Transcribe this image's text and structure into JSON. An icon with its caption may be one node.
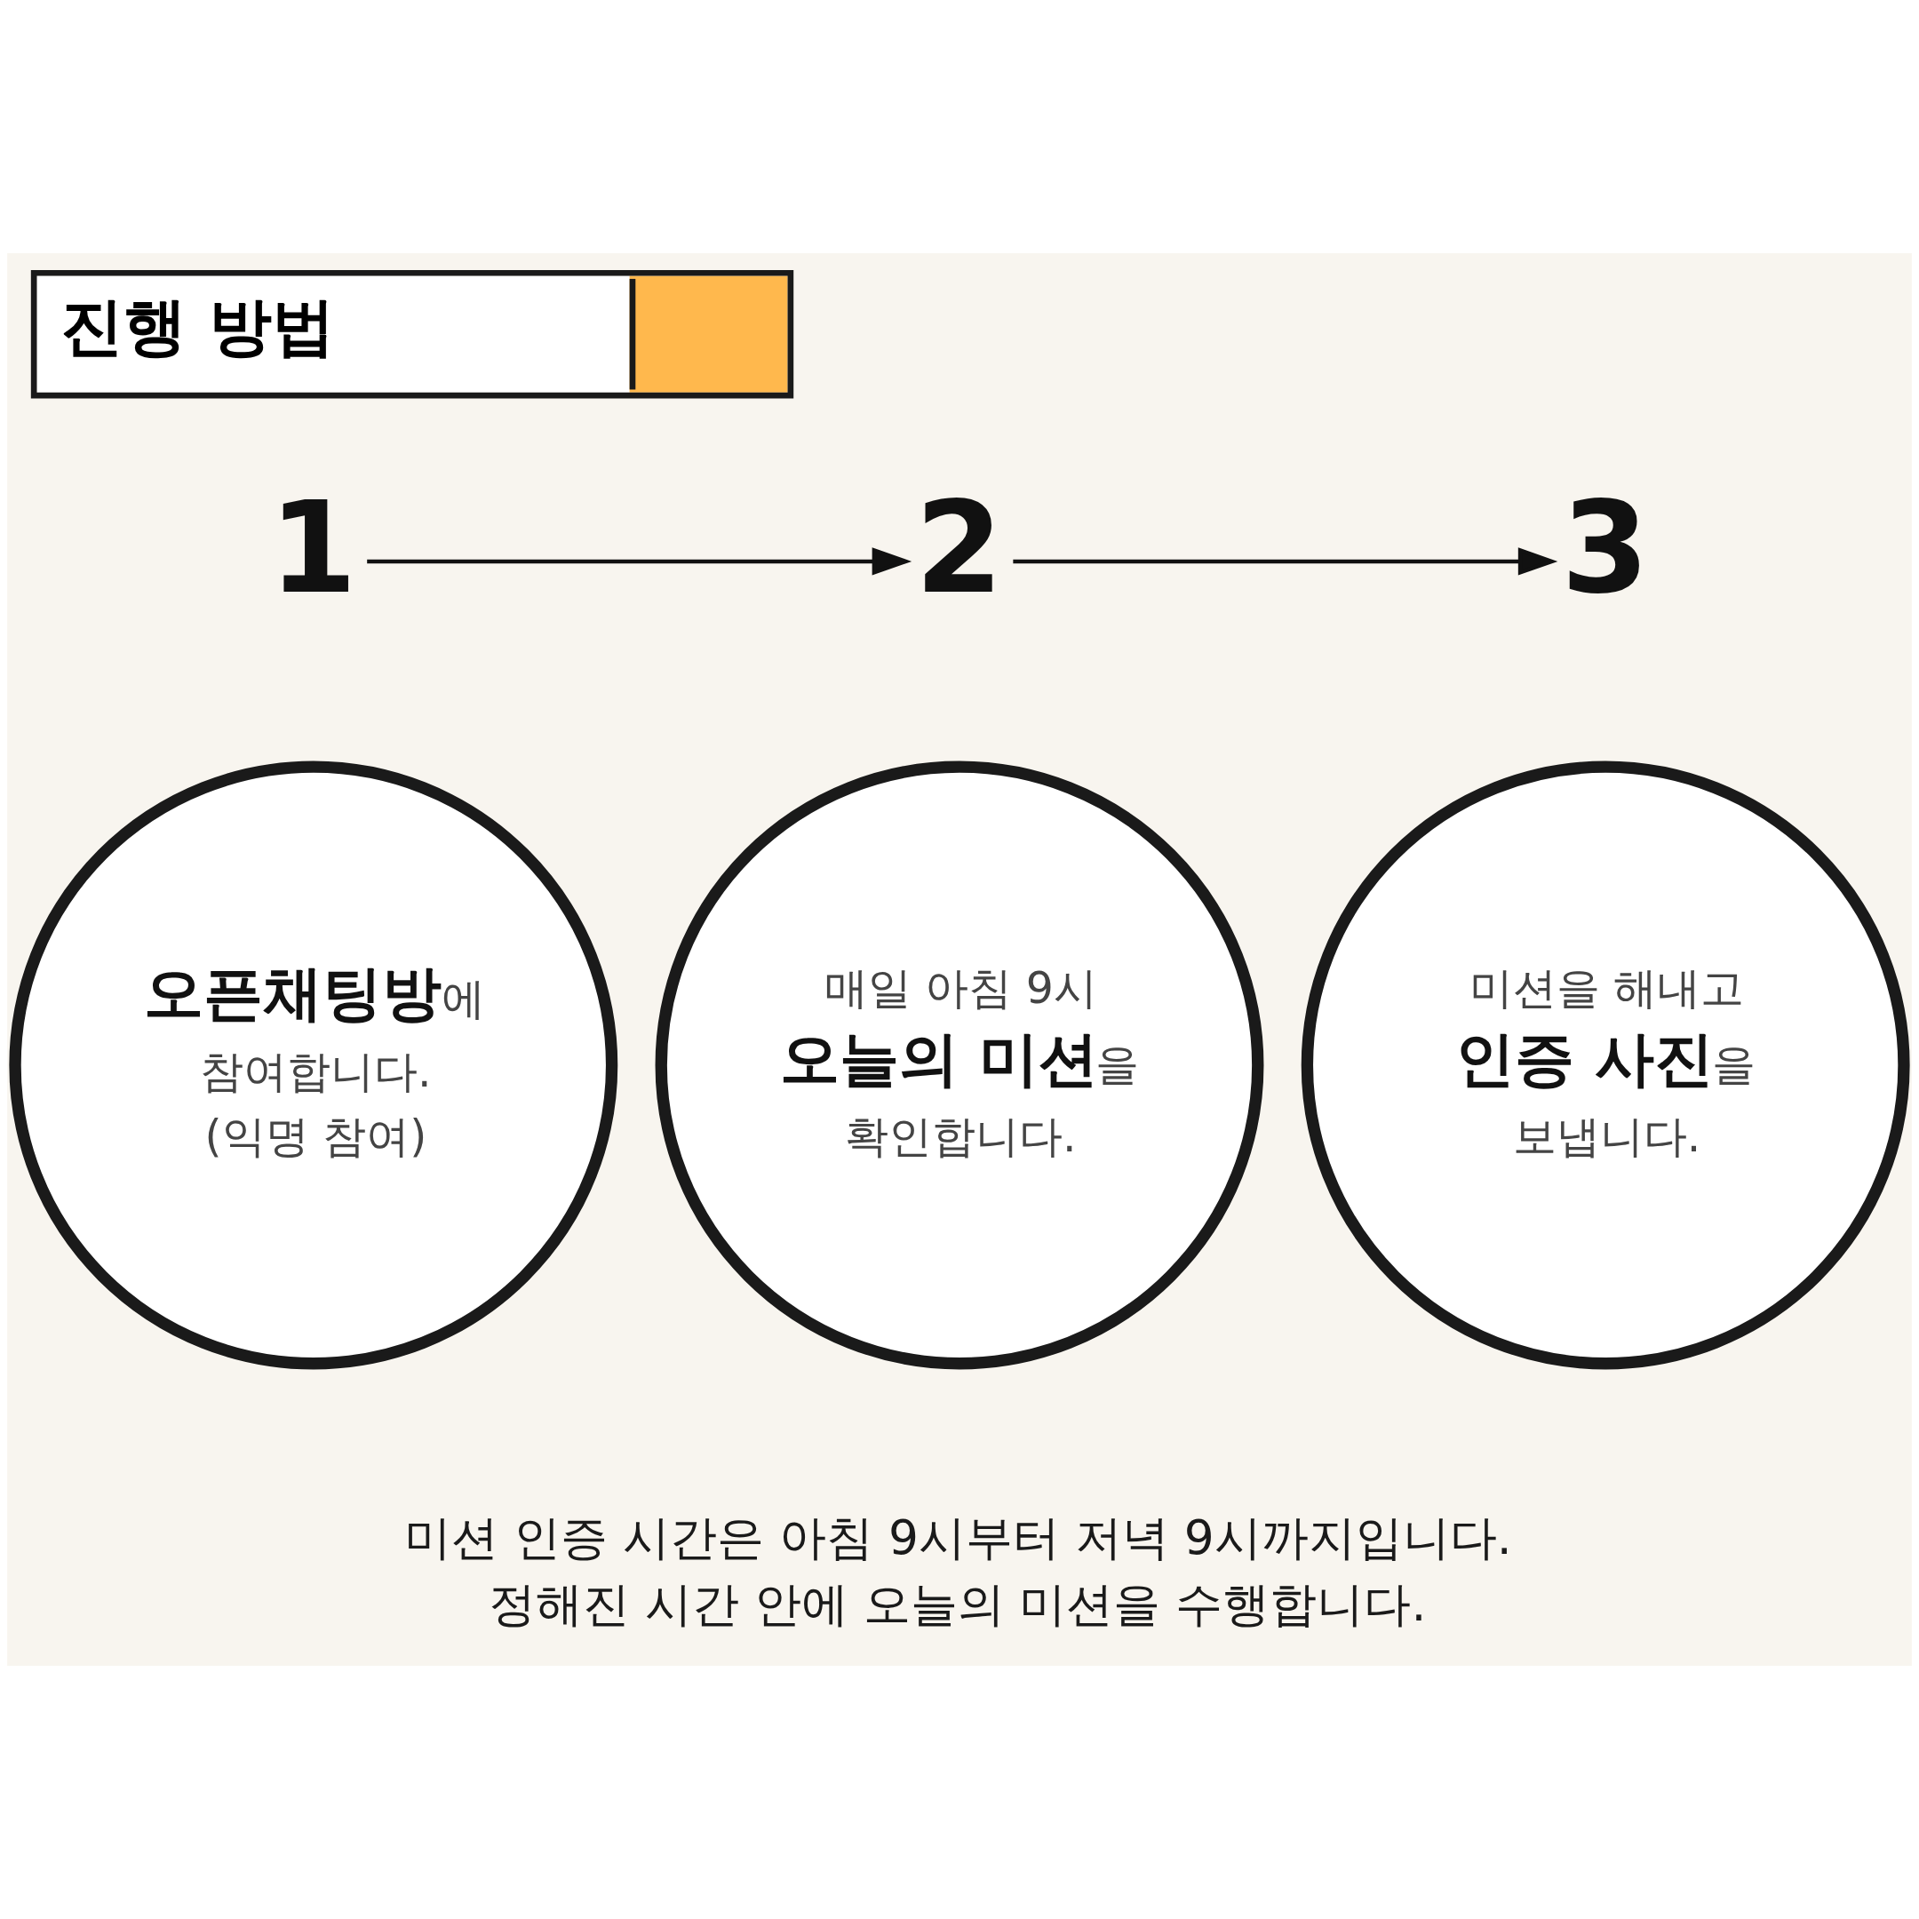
{
  "diagram": {
    "title": "진행 방법",
    "nodes": [
      {
        "text": [
          "1"
        ]
      },
      {
        "text": [
          "2"
        ]
      },
      {
        "text": [
          "3"
        ]
      },
      {
        "text": [
          "**오픈채팅방**에",
          "참여합니다.",
          "(익명 참여)"
        ]
      },
      {
        "text": [
          "매일 아침 9시",
          "**오늘의 미션**을",
          "확인합니다."
        ]
      },
      {
        "text": [
          "미션을 해내고",
          "**인증 사진**을",
          "보냅니다."
        ]
      }
    ],
    "edges": [
      {
        "from": 0,
        "to": 1,
        "arrow": "to"
      },
      {
        "from": 1,
        "to": 2,
        "arrow": "to"
      }
    ],
    "labels": [
      "미션 인증 시간은 아침 9시부터 저녁 9시까지입니다.",
      "정해진 시간 안에 오늘의 미션을 수행합니다."
    ]
  }
}
